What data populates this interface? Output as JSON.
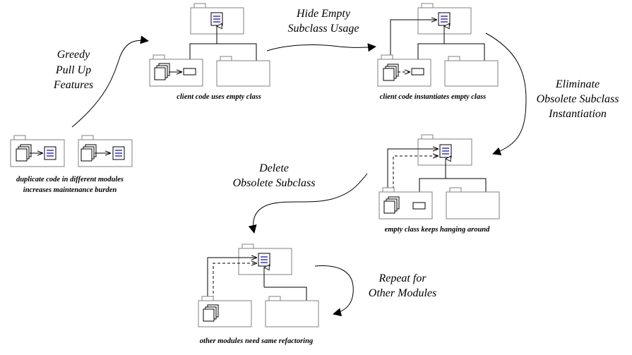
{
  "steps": {
    "greedy": [
      "Greedy",
      "Pull Up",
      "Features"
    ],
    "hide": [
      "Hide Empty",
      "Subclass Usage"
    ],
    "eliminate": [
      "Eliminate",
      "Obsolete Subclass",
      "Instantiation"
    ],
    "delete": [
      "Delete",
      "Obsolete Subclass"
    ],
    "repeat": [
      "Repeat for",
      "Other Modules"
    ]
  },
  "captions": {
    "duplicate": [
      "duplicate code in different modules",
      "increases maintenance burden"
    ],
    "uses_empty": "client code uses empty class",
    "instantiates_empty": "client code instantiates empty class",
    "hanging_around": "empty class keeps hanging around",
    "same_refactoring": "other modules need same refactoring"
  },
  "icons": [
    "package-icon",
    "class-icon",
    "empty-class-icon",
    "client-code-stack-icon",
    "inheritance-arrow-icon",
    "dependency-arrow-icon",
    "flow-arrow-icon"
  ],
  "colors": {
    "package_border": "#808080",
    "class_accent": "#0000cc",
    "line": "#000000"
  }
}
